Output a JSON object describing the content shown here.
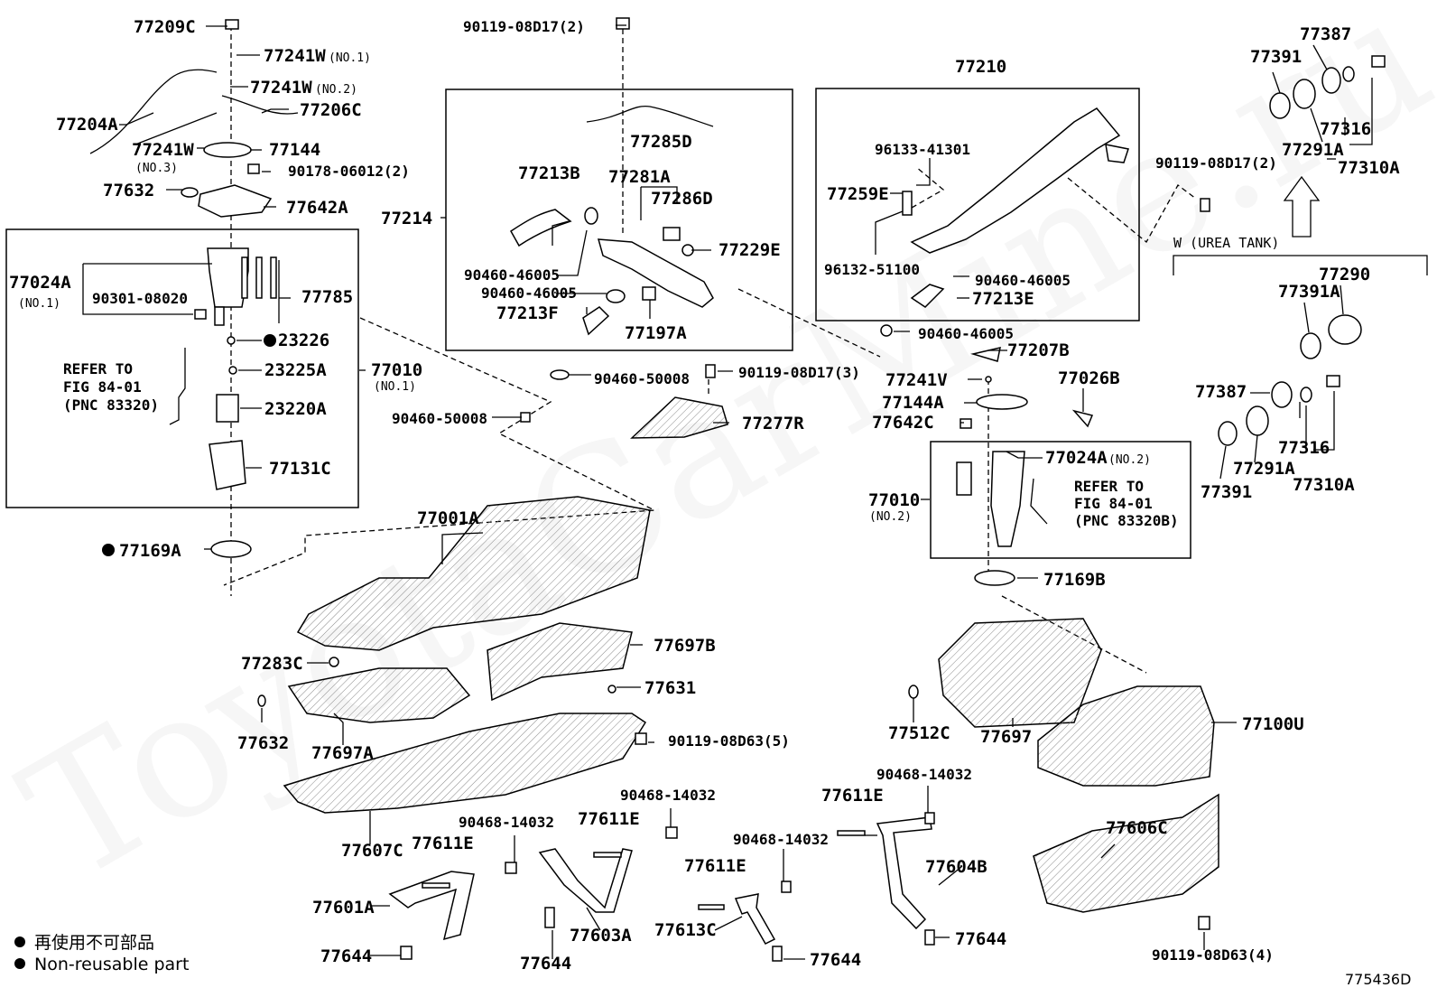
{
  "watermark": "ToyotaCarMine.ru",
  "figure_id": "775436D",
  "legend": {
    "jp": "再使用不可部品",
    "en": "Non-reusable part"
  },
  "boxes": {
    "pump_no1": "77010",
    "pump_no1_sub": "(NO.1)",
    "filler_assy": "77214",
    "filler_pipe": "77210",
    "pump_no2": "77010",
    "pump_no2_sub": "(NO.2)",
    "urea_tank": "W (UREA TANK)"
  },
  "refer_notes": {
    "no1": [
      "REFER TO",
      "FIG 84-01",
      "(PNC 83320)"
    ],
    "no2": [
      "REFER TO",
      "FIG 84-01",
      "(PNC 83320B)"
    ]
  },
  "labels": [
    {
      "id": "l01",
      "text": "77209C",
      "sub": ""
    },
    {
      "id": "l02",
      "text": "77241W",
      "sub": "(NO.1)"
    },
    {
      "id": "l03",
      "text": "77241W",
      "sub": "(NO.2)"
    },
    {
      "id": "l04",
      "text": "77206C",
      "sub": ""
    },
    {
      "id": "l05",
      "text": "77204A",
      "sub": ""
    },
    {
      "id": "l06",
      "text": "77241W",
      "sub": "(NO.3)"
    },
    {
      "id": "l07",
      "text": "77144",
      "sub": ""
    },
    {
      "id": "l08",
      "text": "90178-06012(2)",
      "sub": ""
    },
    {
      "id": "l09",
      "text": "77632",
      "sub": ""
    },
    {
      "id": "l10",
      "text": "77642A",
      "sub": ""
    },
    {
      "id": "l11",
      "text": "77024A",
      "sub": "(NO.1)"
    },
    {
      "id": "l12",
      "text": "90301-08020",
      "sub": ""
    },
    {
      "id": "l13",
      "text": "77785",
      "sub": ""
    },
    {
      "id": "l14",
      "text": "23226",
      "sub": ""
    },
    {
      "id": "l15",
      "text": "23225A",
      "sub": ""
    },
    {
      "id": "l16",
      "text": "23220A",
      "sub": ""
    },
    {
      "id": "l17",
      "text": "77131C",
      "sub": ""
    },
    {
      "id": "l18",
      "text": "77169A",
      "sub": ""
    },
    {
      "id": "l19",
      "text": "90119-08D17(2)",
      "sub": ""
    },
    {
      "id": "l20",
      "text": "77285D",
      "sub": ""
    },
    {
      "id": "l21",
      "text": "77213B",
      "sub": ""
    },
    {
      "id": "l22",
      "text": "77281A",
      "sub": ""
    },
    {
      "id": "l23",
      "text": "77286D",
      "sub": ""
    },
    {
      "id": "l24",
      "text": "77229E",
      "sub": ""
    },
    {
      "id": "l25",
      "text": "90460-46005",
      "sub": ""
    },
    {
      "id": "l26",
      "text": "90460-46005",
      "sub": ""
    },
    {
      "id": "l27",
      "text": "77213F",
      "sub": ""
    },
    {
      "id": "l28",
      "text": "77197A",
      "sub": ""
    },
    {
      "id": "l29",
      "text": "90460-50008",
      "sub": ""
    },
    {
      "id": "l30",
      "text": "90119-08D17(3)",
      "sub": ""
    },
    {
      "id": "l31",
      "text": "90460-50008",
      "sub": ""
    },
    {
      "id": "l32",
      "text": "77277R",
      "sub": ""
    },
    {
      "id": "l33",
      "text": "96133-41301",
      "sub": ""
    },
    {
      "id": "l34",
      "text": "77259E",
      "sub": ""
    },
    {
      "id": "l35",
      "text": "96132-51100",
      "sub": ""
    },
    {
      "id": "l36",
      "text": "90460-46005",
      "sub": ""
    },
    {
      "id": "l37",
      "text": "77213E",
      "sub": ""
    },
    {
      "id": "l38",
      "text": "90460-46005",
      "sub": ""
    },
    {
      "id": "l39",
      "text": "77207B",
      "sub": ""
    },
    {
      "id": "l40",
      "text": "77241V",
      "sub": ""
    },
    {
      "id": "l41",
      "text": "77026B",
      "sub": ""
    },
    {
      "id": "l42",
      "text": "77144A",
      "sub": ""
    },
    {
      "id": "l43",
      "text": "77642C",
      "sub": ""
    },
    {
      "id": "l44",
      "text": "77024A",
      "sub": "(NO.2)"
    },
    {
      "id": "l45",
      "text": "77169B",
      "sub": ""
    },
    {
      "id": "l46",
      "text": "77387",
      "sub": ""
    },
    {
      "id": "l47",
      "text": "77391",
      "sub": ""
    },
    {
      "id": "l48",
      "text": "77316",
      "sub": ""
    },
    {
      "id": "l49",
      "text": "77291A",
      "sub": ""
    },
    {
      "id": "l50",
      "text": "77310A",
      "sub": ""
    },
    {
      "id": "l51",
      "text": "90119-08D17(2)",
      "sub": ""
    },
    {
      "id": "l52",
      "text": "77290",
      "sub": ""
    },
    {
      "id": "l53",
      "text": "77391A",
      "sub": ""
    },
    {
      "id": "l54",
      "text": "77387",
      "sub": ""
    },
    {
      "id": "l55",
      "text": "77316",
      "sub": ""
    },
    {
      "id": "l56",
      "text": "77291A",
      "sub": ""
    },
    {
      "id": "l57",
      "text": "77391",
      "sub": ""
    },
    {
      "id": "l58",
      "text": "77310A",
      "sub": ""
    },
    {
      "id": "l59",
      "text": "77001A",
      "sub": ""
    },
    {
      "id": "l60",
      "text": "77697B",
      "sub": ""
    },
    {
      "id": "l61",
      "text": "77283C",
      "sub": ""
    },
    {
      "id": "l62",
      "text": "77631",
      "sub": ""
    },
    {
      "id": "l63",
      "text": "77632",
      "sub": ""
    },
    {
      "id": "l64",
      "text": "77697A",
      "sub": ""
    },
    {
      "id": "l65",
      "text": "90119-08D63(5)",
      "sub": ""
    },
    {
      "id": "l66",
      "text": "77607C",
      "sub": ""
    },
    {
      "id": "l67",
      "text": "77512C",
      "sub": ""
    },
    {
      "id": "l68",
      "text": "77697",
      "sub": ""
    },
    {
      "id": "l69",
      "text": "77100U",
      "sub": ""
    },
    {
      "id": "l70",
      "text": "90468-14032",
      "sub": ""
    },
    {
      "id": "l71",
      "text": "77611E",
      "sub": ""
    },
    {
      "id": "l72",
      "text": "77611E",
      "sub": ""
    },
    {
      "id": "l73",
      "text": "90468-14032",
      "sub": ""
    },
    {
      "id": "l74",
      "text": "77611E",
      "sub": ""
    },
    {
      "id": "l75",
      "text": "90468-14032",
      "sub": ""
    },
    {
      "id": "l76",
      "text": "77611E",
      "sub": ""
    },
    {
      "id": "l77",
      "text": "90468-14032",
      "sub": ""
    },
    {
      "id": "l78",
      "text": "77604B",
      "sub": ""
    },
    {
      "id": "l79",
      "text": "77606C",
      "sub": ""
    },
    {
      "id": "l80",
      "text": "77601A",
      "sub": ""
    },
    {
      "id": "l81",
      "text": "77603A",
      "sub": ""
    },
    {
      "id": "l82",
      "text": "77613C",
      "sub": ""
    },
    {
      "id": "l83",
      "text": "77644",
      "sub": ""
    },
    {
      "id": "l84",
      "text": "77644",
      "sub": ""
    },
    {
      "id": "l85",
      "text": "77644",
      "sub": ""
    },
    {
      "id": "l86",
      "text": "77644",
      "sub": ""
    },
    {
      "id": "l87",
      "text": "90119-08D63(4)",
      "sub": ""
    }
  ]
}
